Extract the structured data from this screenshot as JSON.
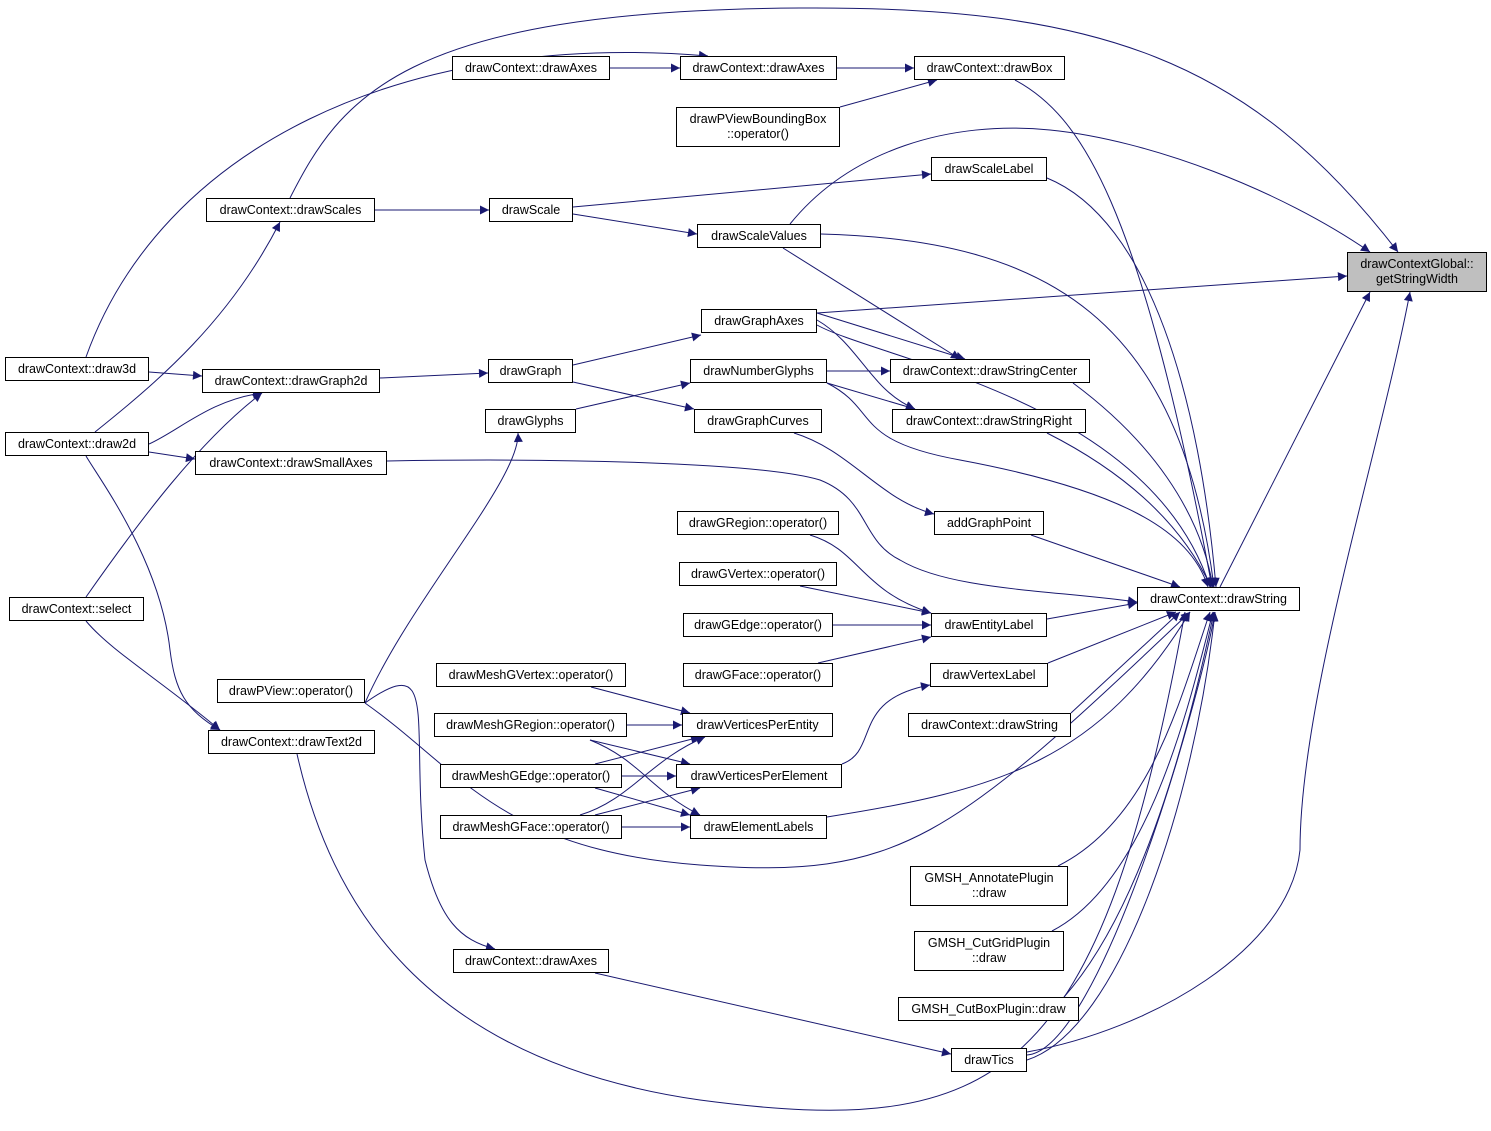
{
  "nodes": [
    {
      "id": "focus",
      "lines": [
        "drawContextGlobal::",
        "getStringWidth"
      ],
      "focus": true
    },
    {
      "id": "drawAxesA",
      "lines": [
        "drawContext::drawAxes"
      ]
    },
    {
      "id": "drawAxesB",
      "lines": [
        "drawContext::drawAxes"
      ]
    },
    {
      "id": "drawBox",
      "lines": [
        "drawContext::drawBox"
      ]
    },
    {
      "id": "pviewBB",
      "lines": [
        "drawPViewBoundingBox",
        "::operator()"
      ]
    },
    {
      "id": "scaleLabel",
      "lines": [
        "drawScaleLabel"
      ]
    },
    {
      "id": "drawScales",
      "lines": [
        "drawContext::drawScales"
      ]
    },
    {
      "id": "drawScale",
      "lines": [
        "drawScale"
      ]
    },
    {
      "id": "scaleValues",
      "lines": [
        "drawScaleValues"
      ]
    },
    {
      "id": "graphAxes",
      "lines": [
        "drawGraphAxes"
      ]
    },
    {
      "id": "draw3d",
      "lines": [
        "drawContext::draw3d"
      ]
    },
    {
      "id": "graph2d",
      "lines": [
        "drawContext::drawGraph2d"
      ]
    },
    {
      "id": "drawGraph",
      "lines": [
        "drawGraph"
      ]
    },
    {
      "id": "numGlyphs",
      "lines": [
        "drawNumberGlyphs"
      ]
    },
    {
      "id": "strCenter",
      "lines": [
        "drawContext::drawStringCenter"
      ]
    },
    {
      "id": "glyphs",
      "lines": [
        "drawGlyphs"
      ]
    },
    {
      "id": "graphCurves",
      "lines": [
        "drawGraphCurves"
      ]
    },
    {
      "id": "strRight",
      "lines": [
        "drawContext::drawStringRight"
      ]
    },
    {
      "id": "draw2d",
      "lines": [
        "drawContext::draw2d"
      ]
    },
    {
      "id": "smallAxes",
      "lines": [
        "drawContext::drawSmallAxes"
      ]
    },
    {
      "id": "gRegion",
      "lines": [
        "drawGRegion::operator()"
      ]
    },
    {
      "id": "addGraphPoint",
      "lines": [
        "addGraphPoint"
      ]
    },
    {
      "id": "gVertex",
      "lines": [
        "drawGVertex::operator()"
      ]
    },
    {
      "id": "drawString",
      "lines": [
        "drawContext::drawString"
      ]
    },
    {
      "id": "select",
      "lines": [
        "drawContext::select"
      ]
    },
    {
      "id": "gEdge",
      "lines": [
        "drawGEdge::operator()"
      ]
    },
    {
      "id": "entityLabel",
      "lines": [
        "drawEntityLabel"
      ]
    },
    {
      "id": "meshGVertex",
      "lines": [
        "drawMeshGVertex::operator()"
      ]
    },
    {
      "id": "gFace",
      "lines": [
        "drawGFace::operator()"
      ]
    },
    {
      "id": "vertexLabel",
      "lines": [
        "drawVertexLabel"
      ]
    },
    {
      "id": "pviewOp",
      "lines": [
        "drawPView::operator()"
      ]
    },
    {
      "id": "meshGRegion",
      "lines": [
        "drawMeshGRegion::operator()"
      ]
    },
    {
      "id": "vertPerEntity",
      "lines": [
        "drawVerticesPerEntity"
      ]
    },
    {
      "id": "drawString2",
      "lines": [
        "drawContext::drawString"
      ]
    },
    {
      "id": "drawText2d",
      "lines": [
        "drawContext::drawText2d"
      ]
    },
    {
      "id": "meshGEdge",
      "lines": [
        "drawMeshGEdge::operator()"
      ]
    },
    {
      "id": "vertPerElem",
      "lines": [
        "drawVerticesPerElement"
      ]
    },
    {
      "id": "meshGFace",
      "lines": [
        "drawMeshGFace::operator()"
      ]
    },
    {
      "id": "elemLabels",
      "lines": [
        "drawElementLabels"
      ]
    },
    {
      "id": "annotate",
      "lines": [
        "GMSH_AnnotatePlugin",
        "::draw"
      ]
    },
    {
      "id": "cutGrid",
      "lines": [
        "GMSH_CutGridPlugin",
        "::draw"
      ]
    },
    {
      "id": "drawAxesC",
      "lines": [
        "drawContext::drawAxes"
      ]
    },
    {
      "id": "cutBox",
      "lines": [
        "GMSH_CutBoxPlugin::draw"
      ]
    },
    {
      "id": "drawTics",
      "lines": [
        "drawTics"
      ]
    }
  ],
  "colors": {
    "edge": "#191970",
    "node_border": "#000000",
    "focus_fill": "#bfbfbf"
  }
}
